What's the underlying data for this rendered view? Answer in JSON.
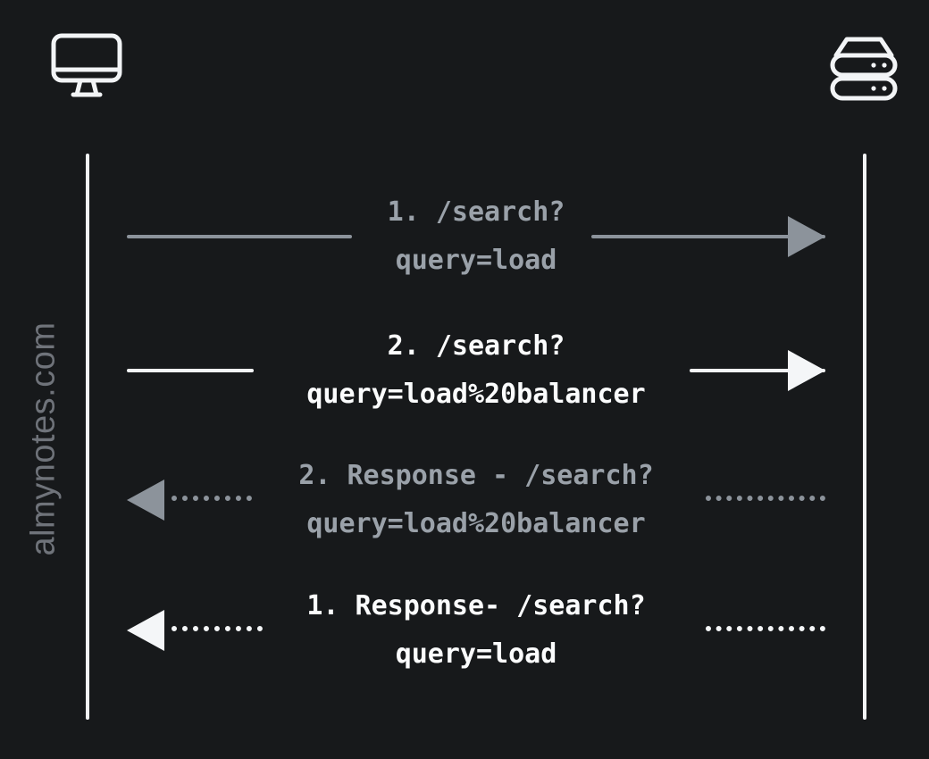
{
  "diagram": {
    "type": "sequence-diagram",
    "background_color": "#17191b",
    "watermark": "almynotes.com",
    "actors": [
      {
        "id": "client",
        "icon": "desktop-monitor-icon",
        "side": "left"
      },
      {
        "id": "server",
        "icon": "server-database-icon",
        "side": "right"
      }
    ],
    "messages": [
      {
        "index": "1",
        "direction": "right",
        "style": "solid",
        "tone": "gray",
        "color": "#9aa1a9",
        "line1": "1. /search?",
        "line2": "query=load"
      },
      {
        "index": "2",
        "direction": "right",
        "style": "solid",
        "tone": "white",
        "color": "#fbfcfd",
        "line1": "2. /search?",
        "line2": "query=load%20balancer"
      },
      {
        "index": "3",
        "direction": "left",
        "style": "dotted",
        "tone": "gray",
        "color": "#9aa1a9",
        "line1": "2. Response - /search?",
        "line2": "query=load%20balancer"
      },
      {
        "index": "4",
        "direction": "left",
        "style": "dotted",
        "tone": "white",
        "color": "#fbfcfd",
        "line1": "1. Response- /search?",
        "line2": "query=load"
      }
    ]
  }
}
